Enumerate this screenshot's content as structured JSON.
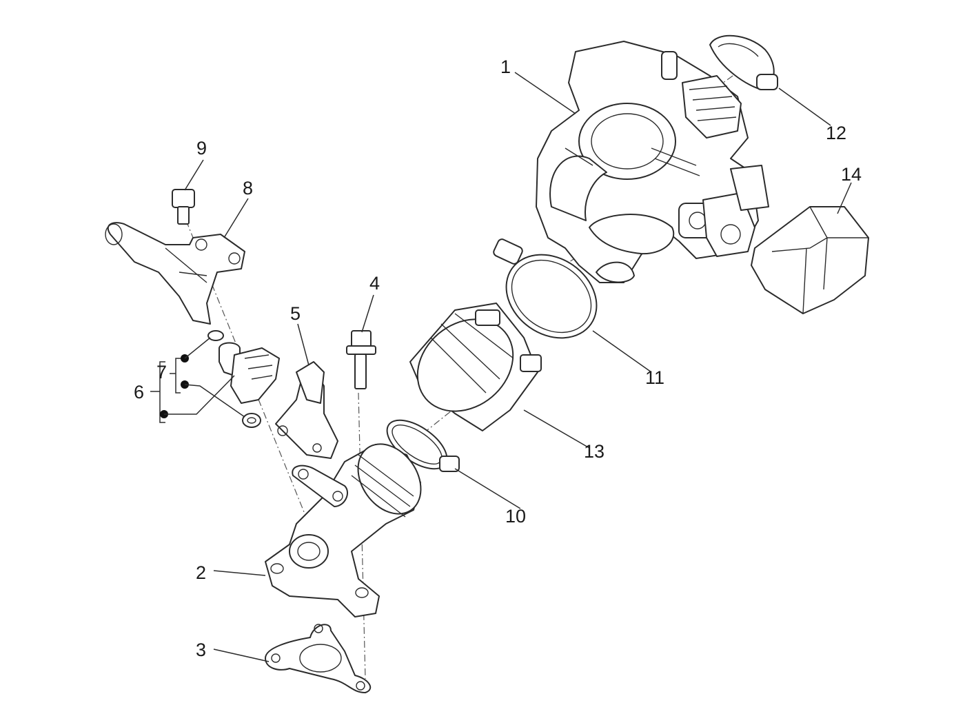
{
  "callouts": {
    "n1": "1",
    "n2": "2",
    "n3": "3",
    "n4": "4",
    "n5": "5",
    "n6": "6",
    "n7": "7",
    "n8": "8",
    "n9": "9",
    "n10": "10",
    "n11": "11",
    "n12": "12",
    "n13": "13",
    "n14": "14"
  },
  "colors": {
    "line": "#2b2b2b",
    "background": "#ffffff"
  }
}
